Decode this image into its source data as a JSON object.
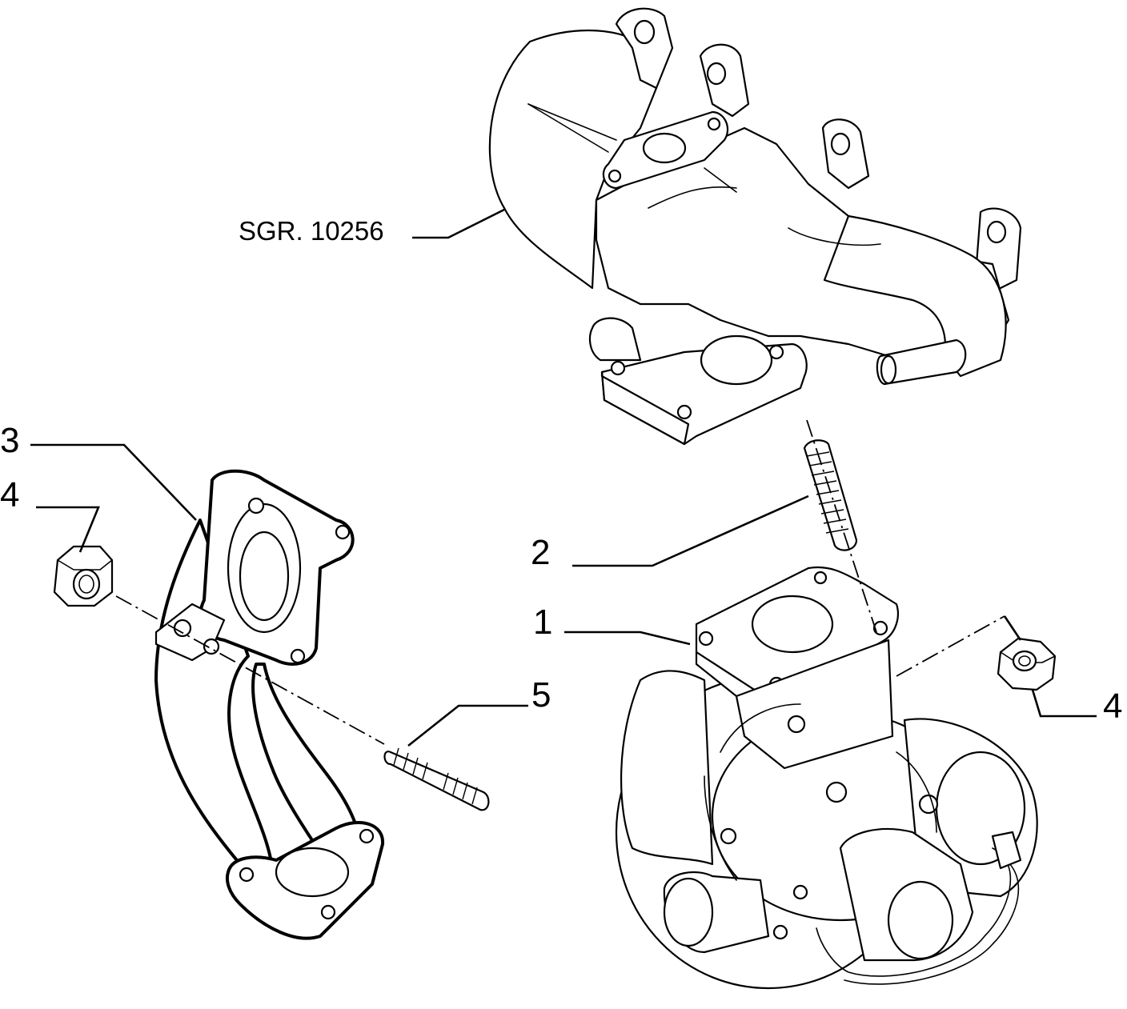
{
  "diagram": {
    "reference_label": "SGR. 10256",
    "callouts": [
      {
        "id": "1",
        "text": "1"
      },
      {
        "id": "2",
        "text": "2"
      },
      {
        "id": "3",
        "text": "3"
      },
      {
        "id": "4a",
        "text": "4"
      },
      {
        "id": "4b",
        "text": "4"
      },
      {
        "id": "5",
        "text": "5"
      }
    ]
  }
}
